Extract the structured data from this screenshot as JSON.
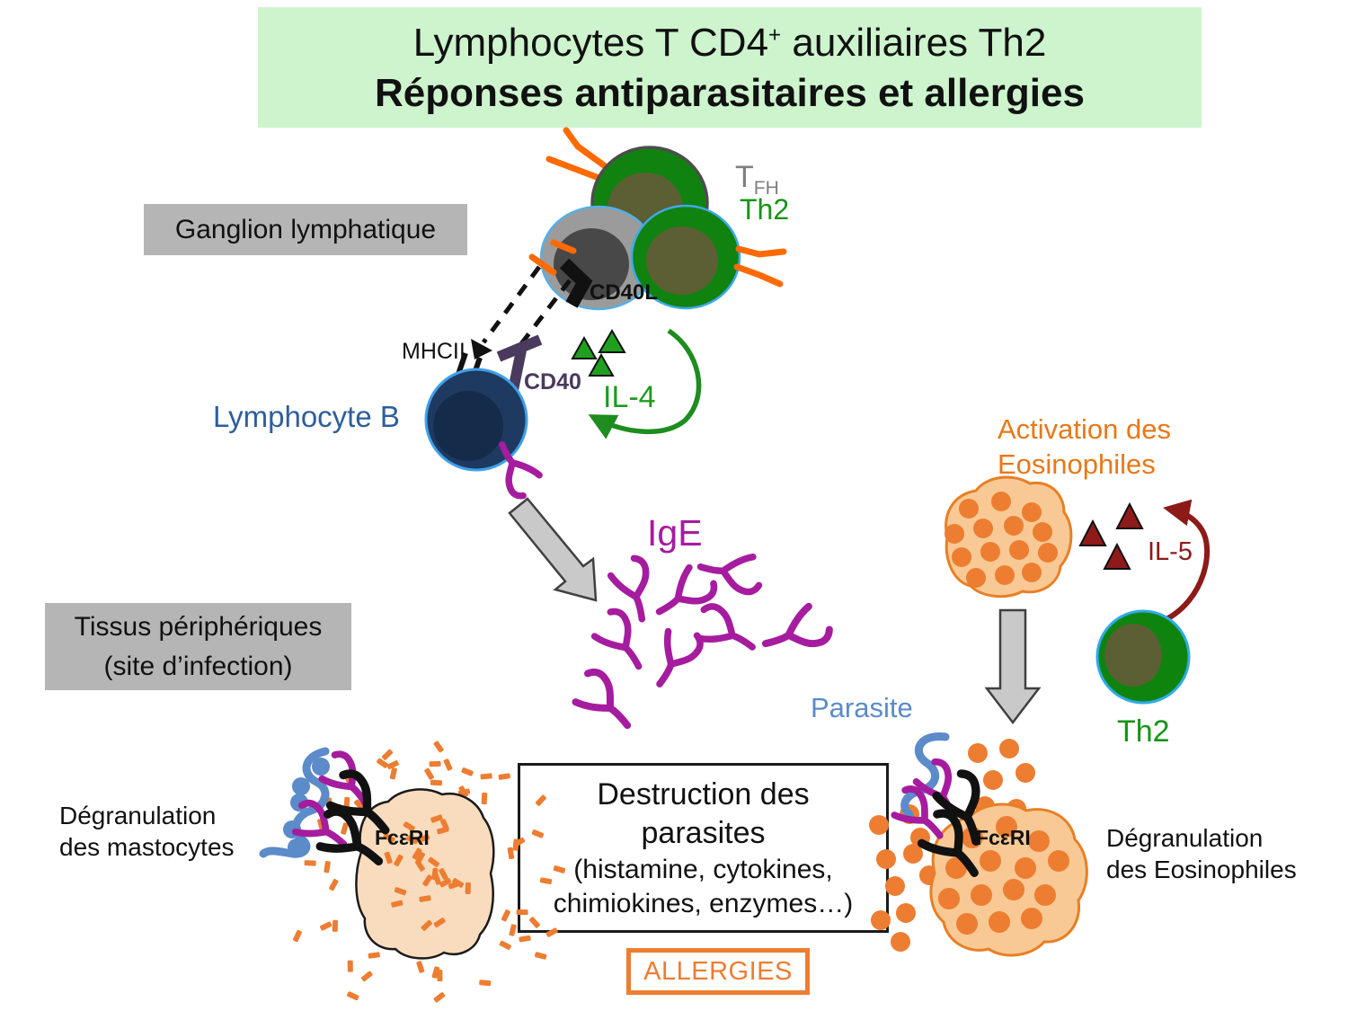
{
  "title": {
    "part1": "Lymphocytes T CD4",
    "sup": "+",
    "part2": " auxiliaires Th2",
    "line2": "Réponses antiparasitaires et allergies"
  },
  "region_labels": {
    "ganglion": "Ganglion lymphatique",
    "tissus_line1": "Tissus périphériques",
    "tissus_line2": "(site d’infection)"
  },
  "cells": {
    "tfh_main": "T",
    "tfh_sub": "FH",
    "th2_top": "Th2",
    "lymphocyte_b": "Lymphocyte B",
    "th2_right": "Th2",
    "parasite": "Parasite"
  },
  "molecules": {
    "cd40l": "CD40L",
    "mhcii": "MHCII",
    "cd40": "CD40",
    "il4": "IL-4",
    "ige": "IgE",
    "il5": "IL-5",
    "fceri_left": "FcεRI",
    "fceri_right": "FcεRI"
  },
  "processes": {
    "activation_line1": "Activation des",
    "activation_line2": "Eosinophiles",
    "degran_mast_line1": "Dégranulation",
    "degran_mast_line2": "des mastocytes",
    "degran_eos_line1": "Dégranulation",
    "degran_eos_line2": "des Eosinophiles",
    "destruction_line1": "Destruction des",
    "destruction_line2": "parasites",
    "destruction_line3": "(histamine, cytokines,",
    "destruction_line4": "chimiokines, enzymes…)",
    "allergies": "ALLERGIES"
  },
  "colors": {
    "title_bg": "#CDF4CD",
    "label_box_bg": "#B5B5B5",
    "green_cell": "#108210",
    "olive_nucleus": "#5C5F33",
    "green_text": "#179417",
    "orange_shape": "#ED7D31",
    "orange_text": "#E87817",
    "receptor_orange": "#FF6A00",
    "magenta_ige": "#A61C9F",
    "dark_red_il5": "#8C1A17",
    "parasite_blue": "#5B8BC9",
    "b_cell_navy": "#1E3A61",
    "cell_border_blue": "#3FA5E8",
    "cd40_purple": "#4A3A5E",
    "gray_text": "#7F7F7F",
    "mast_fill": "#F9DCBD",
    "eosinophil_fill": "#F8C994"
  }
}
